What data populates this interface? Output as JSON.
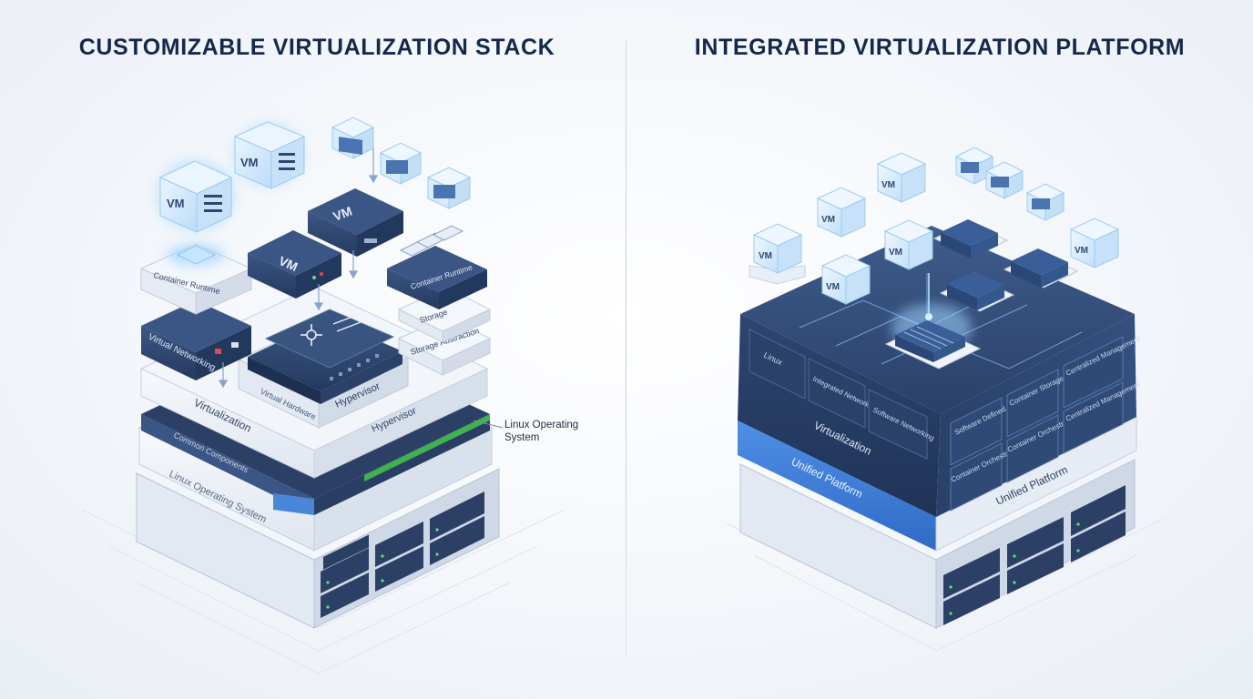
{
  "left_panel": {
    "title": "CUSTOMIZABLE VIRTUALIZATION STACK",
    "callout": "Linux Operating System",
    "labels": {
      "vm": "VM",
      "container_runtime": "Container Runtime",
      "virtual_networking": "Virtual Networking",
      "storage": "Storage",
      "storage_abstraction": "Storage Abstraction",
      "virtual_hardware": "Virtual Hardware",
      "hypervisor": "Hypervisor",
      "virtualization": "Virtualization",
      "common_components": "Common Components",
      "linux_os": "Linux Operating System"
    }
  },
  "right_panel": {
    "title": "INTEGRATED VIRTUALIZATION PLATFORM",
    "labels": {
      "vm": "VM",
      "linux": "Linux",
      "integrated_networking": "Integrated Networking",
      "software_defined_networking": "Software Networking",
      "container_storage": "Container Storage",
      "centralized_management_1": "Centralized Management",
      "centralized_management_2": "Centralized Management",
      "software_defined": "Software Defined",
      "container_orchestration_1": "Container Orchestration",
      "container_orchestration_2": "Container Orchestration",
      "virtualization": "Virtualization",
      "unified_platform_front": "Unified Platform",
      "unified_platform_side": "Unified Platform"
    }
  },
  "colors": {
    "title": "#16284a",
    "navy": "#2e4670",
    "navy_dark": "#223659",
    "blue_accent": "#4a86d8",
    "glow": "#9fd3ff",
    "green_accent": "#3fb24f",
    "panel_light": "#eef2f8"
  }
}
